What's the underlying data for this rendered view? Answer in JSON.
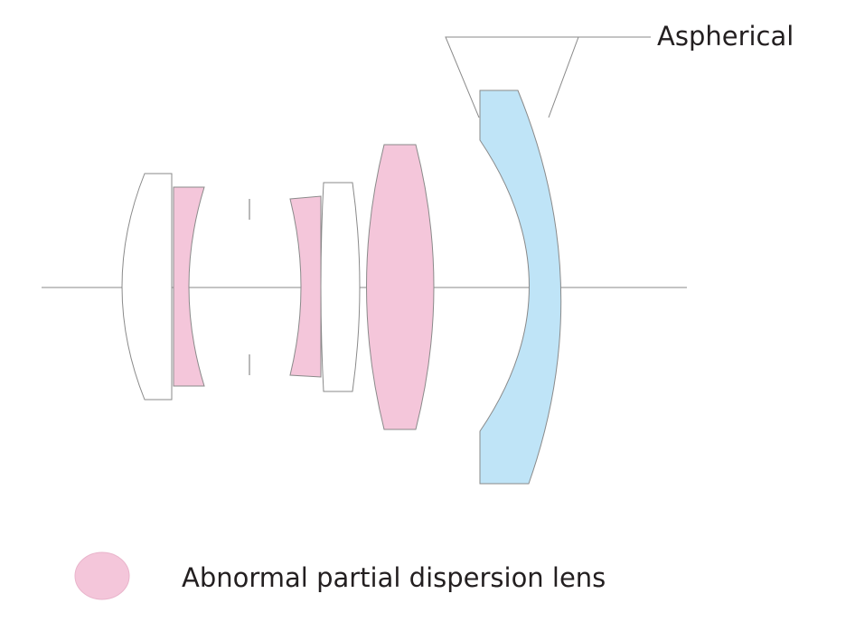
{
  "callout": {
    "label": "Aspherical"
  },
  "legend": {
    "label": "Abnormal partial dispersion lens"
  },
  "colors": {
    "background": "#ffffff",
    "outline": "#8a8a8a",
    "plain_lens_fill": "#ffffff",
    "abnormal_dispersion_fill": "#f4c6da",
    "aspherical_fill": "#bfe4f7",
    "text": "#231f20"
  },
  "elements": [
    {
      "group": "front",
      "index": 1,
      "type": "plain"
    },
    {
      "group": "front",
      "index": 2,
      "type": "abnormal-partial-dispersion"
    },
    {
      "group": "middle",
      "index": 3,
      "type": "abnormal-partial-dispersion"
    },
    {
      "group": "middle",
      "index": 4,
      "type": "plain"
    },
    {
      "group": "middle",
      "index": 5,
      "type": "abnormal-partial-dispersion"
    },
    {
      "group": "rear",
      "index": 6,
      "type": "aspherical"
    }
  ]
}
